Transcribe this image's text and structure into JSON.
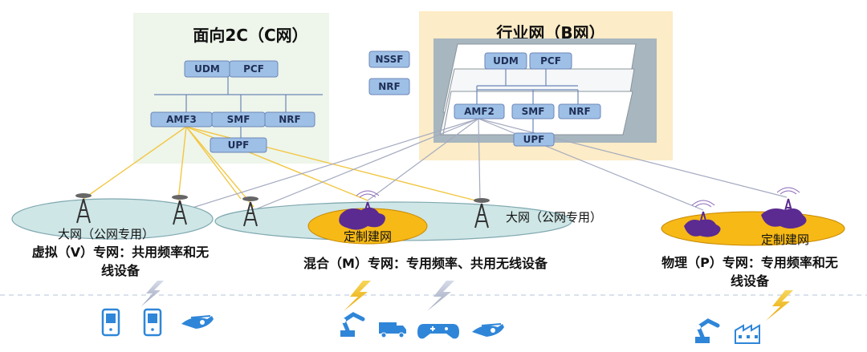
{
  "c_network": {
    "title": "面向2C（C网）",
    "udm": "UDM",
    "pcf": "PCF",
    "amf": "AMF3",
    "smf": "SMF",
    "nrf": "NRF",
    "upf": "UPF"
  },
  "b_network": {
    "title": "行业网（B网）",
    "udm": "UDM",
    "pcf": "PCF",
    "amf": "AMF2",
    "smf": "SMF",
    "nrf": "NRF",
    "upf": "UPF"
  },
  "shared_nfs": {
    "nssf": "NSSF",
    "nrf": "NRF"
  },
  "areas": {
    "public_left": "大网（公网专用）",
    "public_mid": "大网（公网专用）",
    "custom_mid": "定制建网",
    "custom_right": "定制建网"
  },
  "captions": {
    "virtual_line1": "虚拟（V）专网：共用频率和无",
    "virtual_line2": "线设备",
    "mixed": "混合（M）专网：专用频率、共用无线设备",
    "physical_line1": "物理（P）专网：专用频率和无",
    "physical_line2": "线设备"
  },
  "colors": {
    "c_panel": "#eef5ea",
    "b_panel": "#fcecc7",
    "nf_box": "#9fc0e6",
    "ellipse": "#cfe6e6",
    "custom": "#f7b916",
    "purple": "#5b2b91",
    "yellow_link": "#f2c744",
    "grey_link": "#a4aac0"
  },
  "icons": [
    "phone-icon",
    "drone-icon",
    "robot-arm-icon",
    "truck-icon",
    "gamepad-icon",
    "factory-icon"
  ]
}
